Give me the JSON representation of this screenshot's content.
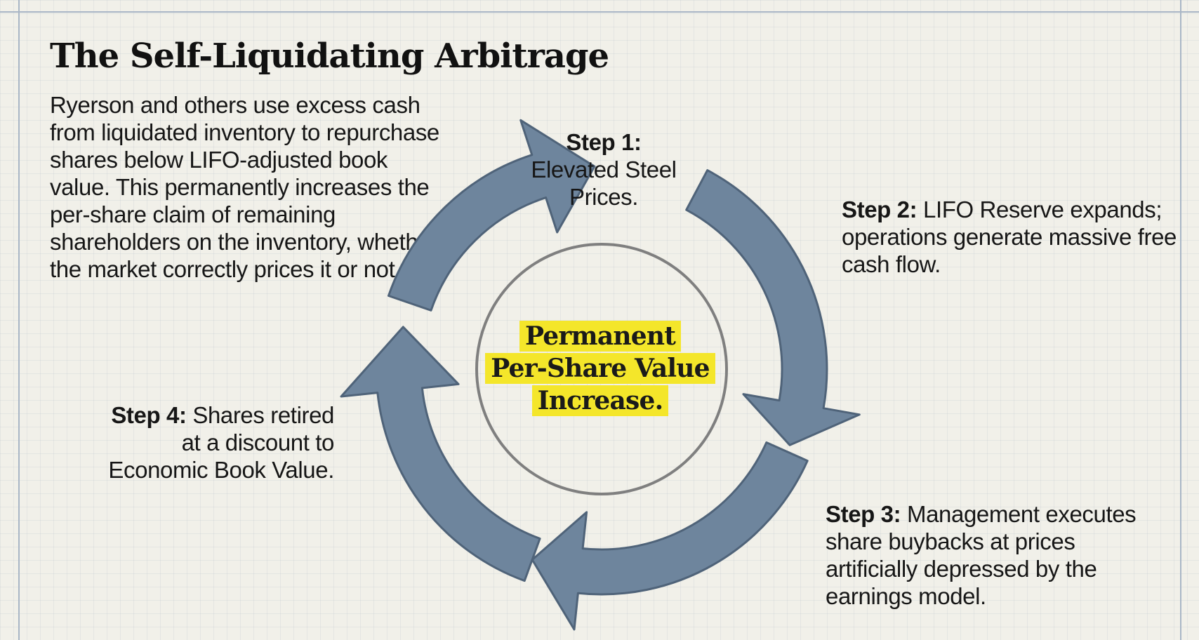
{
  "title": "The Self-Liquidating Arbitrage",
  "intro": "Ryerson and others use excess cash from liquidated inventory to repurchase shares below LIFO-adjusted book value. This permanently increases the per-share claim of remaining shareholders on the inventory, whether the market correctly prices it or not.",
  "cycle": {
    "center": {
      "line1": "Permanent",
      "line2": "Per-Share Value",
      "line3": "Increase."
    },
    "steps": [
      {
        "label": "Step 1:",
        "text": "Elevated Steel Prices."
      },
      {
        "label": "Step 2:",
        "text": "LIFO Reserve expands; operations generate massive free cash flow."
      },
      {
        "label": "Step 3:",
        "text": "Management executes share buybacks at prices artificially depressed by the earnings model."
      },
      {
        "label": "Step 4:",
        "text": "Shares retired at a discount to Economic Book Value."
      }
    ]
  },
  "colors": {
    "arrow_fill": "#6e859d",
    "arrow_stroke": "#4f6379",
    "center_ring": "#7f7f7f",
    "highlight": "#f4e62a",
    "grid_background": "#f1f0e9"
  }
}
